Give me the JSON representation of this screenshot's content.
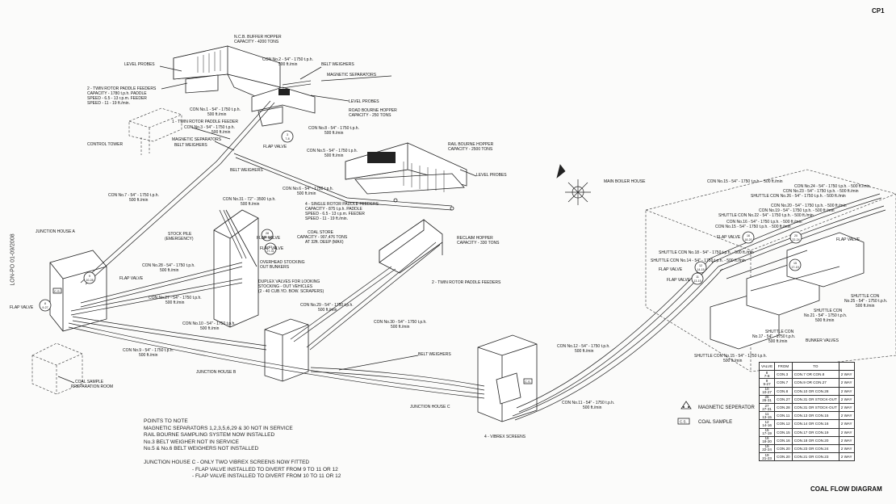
{
  "page_id": "CP1",
  "side_text": "LON-PO 01-09/2008",
  "title": "COAL FLOW DIAGRAM",
  "labels": {
    "ncb_hopper": "N.C.B. BUFFER HOPPER",
    "ncb_capacity": "CAPACITY - 4200 TONS",
    "level_probes_1": "LEVEL PROBES",
    "con2": "CON No.2 - 54\" - 1750 t.p.h.",
    "con2_speed": "500 ft./min",
    "belt_weighers_1": "BELT WEIGHERS",
    "magnetic_separators_1": "MAGNETIC SEPARATORS",
    "twin_rotor_1": "2 - TWIN ROTOR PADDLE FEEDERS",
    "twin_rotor_1_cap": "CAPACITY - 1780 t.p.h. PADDLE",
    "twin_rotor_1_speed": "SPEED - 6.5 - 13 r.p.m. FEEDER",
    "twin_rotor_1_speed2": "SPEED - 11 - 19 ft./min.",
    "level_probes_2": "LEVEL PROBES",
    "road_hopper": "ROAD BOURNE HOPPER",
    "road_capacity": "CAPACITY - 250 TONS",
    "con1": "CON No.1 - 54\" - 1750 t.p.h.",
    "con1_speed": "500 ft./min",
    "twin_rotor_2": "1 - TWIN ROTOR PADDLE FEEDER",
    "con3": "CON No.3 - 54\" - 1750 t.p.h.",
    "con3_speed": "500 ft./min",
    "control_tower": "CONTROL TOWER",
    "magnetic_separators_2": "MAGNETIC SEPARATORS",
    "belt_weighers_2": "BELT WEIGHERS",
    "con8": "CON No.8 - 54\" - 1750 t.p.h.",
    "con8_speed": "500 ft./min",
    "flap_valve_78": "FLAP VALVE",
    "rail_hopper": "RAIL BOURNE HOPPER",
    "rail_capacity": "CAPACITY - 2500 TONS",
    "con5": "CON No.5 - 54\" - 1750 t.p.h.",
    "con5_speed": "500 ft./min",
    "level_probes_3": "LEVEL PROBES",
    "belt_weighers_3": "BELT WEIGHERS",
    "con6": "CON No.6 - 54\" - 1750 t.p.h.",
    "con6_speed": "500 ft./min",
    "single_rotor": "4 - SINGLE ROTOR PADDLE FEEDERS",
    "single_rotor_cap": "CAPACITY - 875 t.p.h. PADDLE",
    "single_rotor_speed": "SPEED - 6.5 - 13 r.p.m. FEEDER",
    "single_rotor_speed2": "SPEED - 11 - 19 ft./min.",
    "con7": "CON No.7 - 54\" - 1750 t.p.h.",
    "con7_speed": "500 ft./min",
    "con31": "CON No.31 - 72\" - 3500 t.p.h.",
    "con31_speed": "500 ft./min",
    "junction_a": "JUNCTION HOUSE A",
    "stock_pile": "STOCK PILE",
    "stock_pile_2": "(EMERGENCY)",
    "flap_valve_2631": "FLAP VALVE",
    "flap_valve_2731": "FLAP VALVE",
    "coal_store": "COAL STORE",
    "coal_store_cap": "CAPACITY - 907,476 TONS",
    "coal_store_depth": "AT 32ft. DEEP (MAX)",
    "reclaim_hopper": "RECLAIM HOPPER",
    "reclaim_capacity": "CAPACITY - 330 TONS",
    "con28": "CON No.28 - 54\" - 1750 t.p.h.",
    "con28_speed": "500 ft./min",
    "overhead_stocking": "OVERHEAD STOCKING",
    "overhead_stocking_2": "OUT BUNKERS",
    "flap_valve_1028": "FLAP VALVE",
    "duplex_valves": "DUPLEX VALVES FOR LOOKING",
    "duplex_valves_2": "STOCKING - OUT VEHICLES",
    "duplex_valves_3": "(2 - 40 CUB.YD. BOW. SCRAPERS)",
    "twin_rotor_3": "2 - TWIN ROTOR PADDLE FEEDERS",
    "con27": "CON No.27 - 54\" - 1750 t.p.h.",
    "con27_speed": "500 ft./min",
    "flap_valve_927": "FLAP VALVE",
    "con29": "CON No.29 - 54\" - 1750 t.p.h.",
    "con29_speed": "500 ft./min",
    "con10": "CON No.10 - 54\" - 1750 t.p.h.",
    "con10_speed": "500 ft./min",
    "con30": "CON No.30 - 54\" - 1750 t.p.h.",
    "con30_speed": "500 ft./min",
    "con9": "CON No.9 - 54\" - 1750 t.p.h.",
    "con9_speed": "500 ft./min",
    "belt_weighers_4": "BELT WEIGHERS",
    "junction_b": "JUNCTION HOUSE B",
    "coal_sample_room": "COAL SAMPLE",
    "coal_sample_room_2": "PREPARATION ROOM",
    "junction_c": "JUNCTION HOUSE C",
    "vibrex": "4 - VIBREX SCREENS",
    "con11": "CON No.11 - 54\" - 1750 t.p.h.",
    "con11_speed": "500 ft./min",
    "con12": "CON No.12 - 54\" - 1750 t.p.h.",
    "con12_speed": "500 ft./min",
    "main_boiler": "MAIN BOILER HOUSE",
    "con15_top": "CON No.15 - 54\" - 1750 t.p.h. - 500 ft./min",
    "con24": "CON No.24 - 54\" - 1750 t.p.h. - 500 ft./min",
    "con23": "CON No.23 - 54\" - 1750 t.p.h. - 500 ft./min",
    "shuttle_26": "SHUTTLE CON No.26 - 54\" - 1750 t.p.h. - 500 ft./min",
    "con20": "CON No.20 - 54\" - 1750 t.p.h. - 500 ft./min",
    "con19": "CON No.19 - 54\" - 1750 t.p.h. - 500 ft./min",
    "shuttle_22": "SHUTTLE CON No.22 - 54\" - 1750 t.p.h. - 500 ft./min",
    "con16": "CON No.16 - 54\" - 1750 t.p.h. - 500 ft./min",
    "con15": "CON No.15 - 54\" - 1750 t.p.h. - 500 ft./min",
    "flap_valve_boiler": "FLAP VALVE",
    "shuttle_18": "SHUTTLE CON No.18 - 54\" - 1750 t.p.h. - 500 ft./min",
    "shuttle_14": "SHUTTLE CON No.14 - 54\" - 1750 t.p.h. - 500 ft./min",
    "flap_valve_1213": "FLAP VALVE",
    "flap_valve_1415": "FLAP VALVE",
    "flap_valve_right": "FLAP VALVE",
    "shuttle_25": "SHUTTLE CON",
    "shuttle_25_2": "No.25 - 54\" - 1750 t.p.h.",
    "shuttle_25_3": "500 ft./min",
    "shuttle_21": "SHUTTLE CON",
    "shuttle_21_2": "No.21 - 54\" - 1750 t.p.h.",
    "shuttle_21_3": "500 ft./min",
    "shuttle_17": "SHUTTLE CON",
    "shuttle_17_2": "No.17 - 54\" - 1750 t.p.h.",
    "shuttle_17_3": "500 ft./min",
    "bunker_valves": "BUNKER VALVES",
    "shuttle_13": "SHUTTLE CON No.15 - 54\" - 1750 t.p.h.",
    "shuttle_13_2": "500 ft./min",
    "cs_tag": "C.S."
  },
  "circles": {
    "c78": "7-8",
    "c78_top": "3",
    "c927": "9-27",
    "c927_top": "8",
    "c1028": "10-28",
    "c1028_top": "9",
    "c2631": "26-31",
    "c2631_top": "28",
    "c2731": "27-31",
    "c2731_top": "27",
    "c1213": "13-15",
    "c1213_top": "11",
    "c1415": "14-15",
    "c1415_top": "12",
    "c1819": "18-20",
    "c1819_top": "16",
    "c2224": "22-24",
    "c2224_top": "20",
    "c1719": "17-19",
    "c1719_top": "15"
  },
  "notes": {
    "heading": "POINTS TO NOTE",
    "n1": "MAGNETIC SEPARATORS 1,2,3,5,6,29 & 30 NOT IN SERVICE",
    "n2": "RAIL BOURNE SAMPLING SYSTEM NOW INSTALLED",
    "n3": "No.3 BELT WEIGHER NOT IN SERVICE",
    "n4": "No.5 & No.6 BELT WEIGHERS NOT INSTALLED",
    "n5": "JUNCTION HOUSE C - ONLY TWO VIBREX SCREENS NOW FITTED",
    "n6": "- FLAP VALVE INSTALLED TO DIVERT FROM 9 TO 11 OR 12",
    "n7": "- FLAP VALVE INSTALLED TO DIVERT FROM 10 TO 11 OR 12"
  },
  "legend": {
    "magnetic": "MAGNETIC SEPERATOR",
    "coal_sample": "COAL SAMPLE",
    "cs": "C.S."
  },
  "valve_table": {
    "headers": [
      "VALVE",
      "FROM",
      "TO",
      ""
    ],
    "rows": [
      [
        "8\n7-8",
        "CON.3",
        "CON.7 OR CON.8",
        "2 WAY"
      ],
      [
        "9\n9-27",
        "CON.7",
        "CON.9 OR CON.27",
        "2 WAY"
      ],
      [
        "10\n10-27",
        "CON.8",
        "CON.10 OR CON.28",
        "2 WAY"
      ],
      [
        "26\n26-31",
        "CON.27",
        "CON.31 OR STOCK-OUT",
        "2 WAY"
      ],
      [
        "27\n27-31",
        "CON.28",
        "CON.31 OR STOCK-OUT",
        "2 WAY"
      ],
      [
        "11\n13-15",
        "CON.11",
        "CON.13 OR CON.15",
        "2 WAY"
      ],
      [
        "12\n14-16",
        "CON.12",
        "CON.14 OR CON.16",
        "2 WAY"
      ],
      [
        "15\n17-19",
        "CON.15",
        "CON.17 OR CON.19",
        "2 WAY"
      ],
      [
        "16\n18-20",
        "CON.16",
        "CON.18 OR CON.20",
        "2 WAY"
      ],
      [
        "19\n22-24",
        "CON.20",
        "CON.23 OR CON.24",
        "2 WAY"
      ],
      [
        "19\n21-23",
        "CON.20",
        "CON.21 OR CON.23",
        "2 WAY"
      ]
    ]
  }
}
